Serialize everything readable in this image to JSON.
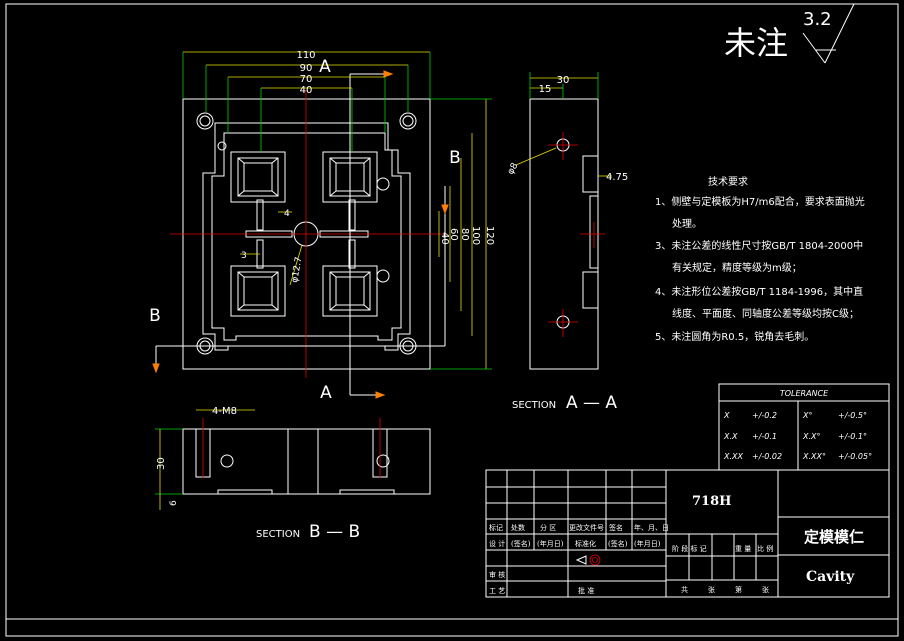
{
  "title_block": {
    "surface_note": "未注",
    "roughness_value": "3.2",
    "material": "718H",
    "part_name": "定模模仁",
    "part_name_en": "Cavity",
    "row_labels": [
      "标记",
      "处数",
      "分 区",
      "更改文件号",
      "签名",
      "年、月、日"
    ],
    "design_row": [
      "设 计",
      "(签名)",
      "(年月日)",
      "标准化",
      "(签名)",
      "(年月日)"
    ],
    "stage_row": [
      "阶 段 标 记",
      "重 量",
      "比 例"
    ],
    "review": "审 核",
    "process": "工 艺",
    "approve": "批 准",
    "sheets": [
      "共",
      "张",
      "第",
      "张"
    ]
  },
  "tolerance": {
    "header": "TOLERANCE",
    "rows": [
      [
        "X",
        "+/-0.2",
        "X°",
        "+/-0.5°"
      ],
      [
        "X.X",
        "+/-0.1",
        "X.X°",
        "+/-0.1°"
      ],
      [
        "X.XX",
        "+/-0.02",
        "X.XX°",
        "+/-0.05°"
      ]
    ]
  },
  "tech_req": {
    "heading": "技术要求",
    "items": [
      "1、侧壁与定模板为H7/m6配合，要求表面抛光",
      "处理。",
      "3、未注公差的线性尺寸按GB/T 1804-2000中",
      "有关规定，精度等级为m级；",
      "4、未注形位公差按GB/T 1184-1996，其中直",
      "线度、平面度、同轴度公差等级均按C级；",
      "5、未注圆角为R0.5，锐角去毛刺。"
    ]
  },
  "views": {
    "section_aa": "SECTION",
    "section_aa_label": "A — A",
    "section_bb": "SECTION",
    "section_bb_label": "B — B",
    "cut_a_top": "A",
    "cut_a_bottom": "A",
    "cut_b_right": "B",
    "cut_b_left": "B"
  },
  "dims": {
    "top_110": "110",
    "top_90": "90",
    "top_70": "70",
    "top_40": "40",
    "right_40": "40",
    "right_60": "60",
    "right_80": "80",
    "right_100": "100",
    "right_120": "120",
    "dim_4": "4",
    "dim_3": "3",
    "phi_127": "φ12.7",
    "side_30": "30",
    "side_15": "15",
    "phi_8": "φ8",
    "side_475": "4.75",
    "bb_m8": "4-M8",
    "bb_30": "30",
    "bb_6": "6"
  }
}
